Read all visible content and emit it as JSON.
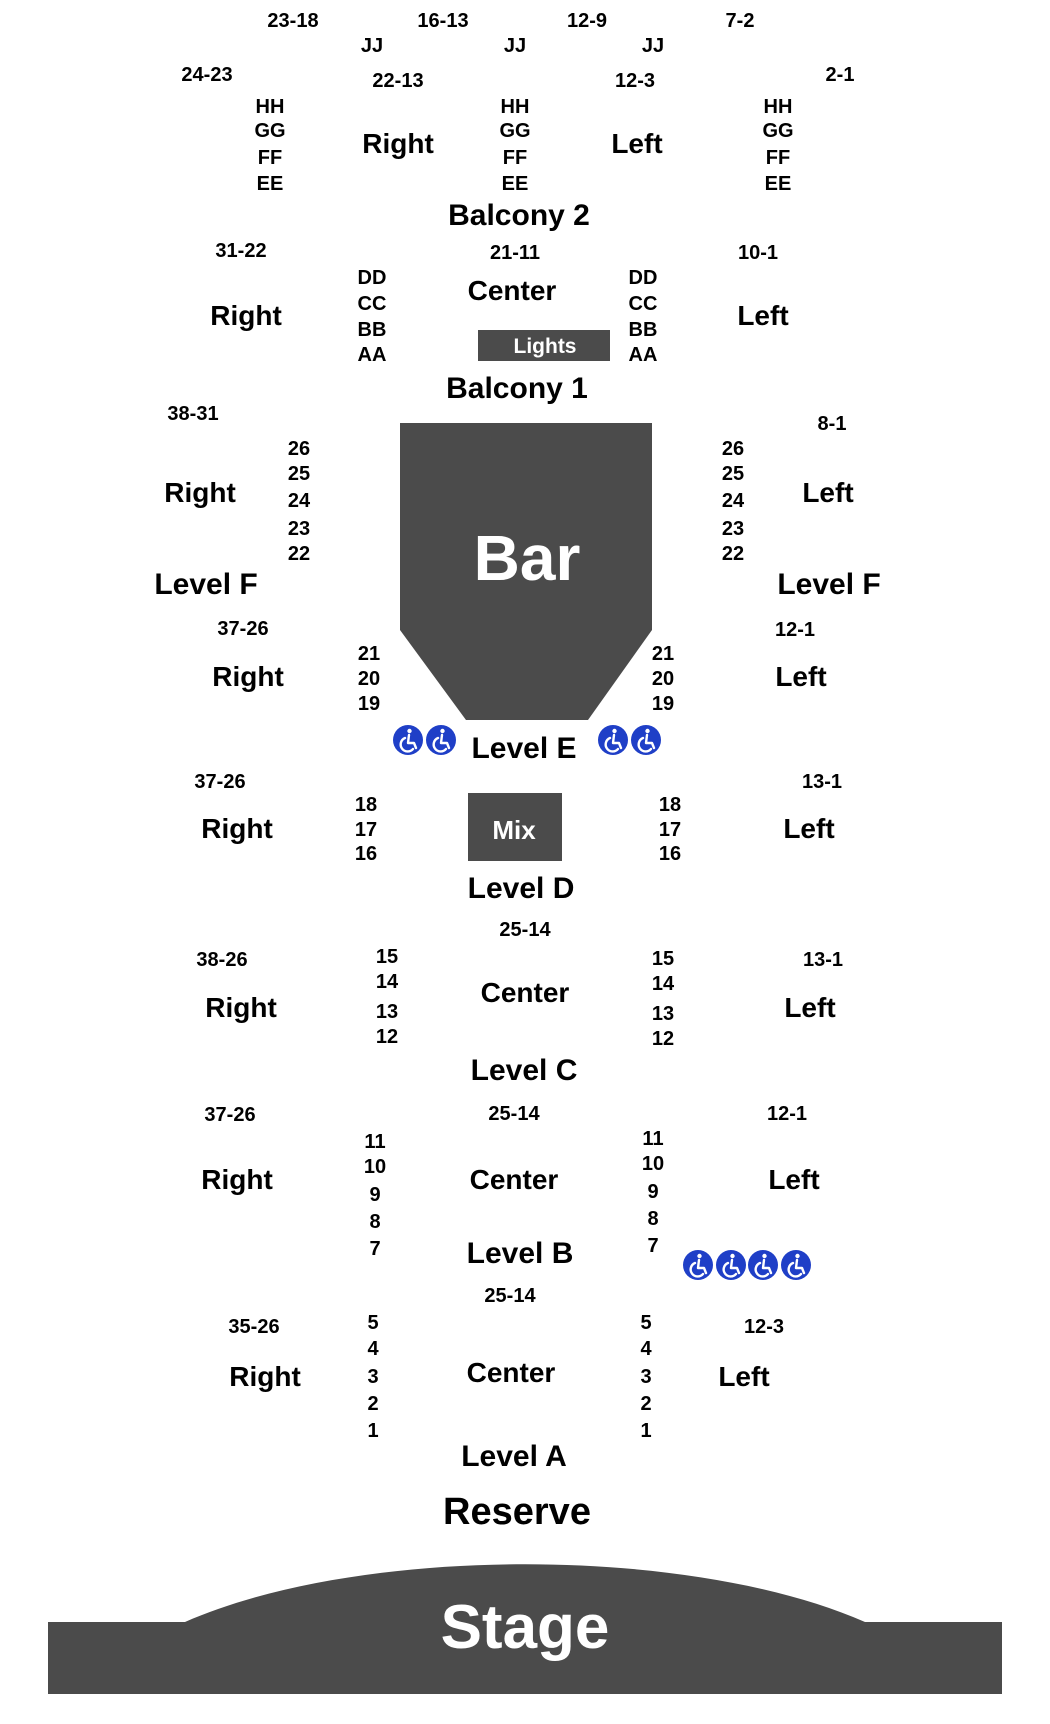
{
  "seats": [
    {
      "text": "23-18"
    },
    {
      "text": "16-13"
    },
    {
      "text": "12-9"
    },
    {
      "text": "7-2"
    },
    {
      "text": "JJ"
    },
    {
      "text": "JJ"
    },
    {
      "text": "JJ"
    },
    {
      "text": "24-23"
    },
    {
      "text": "22-13"
    },
    {
      "text": "12-3"
    },
    {
      "text": "2-1"
    },
    {
      "text": "HH"
    },
    {
      "text": "GG"
    },
    {
      "text": "FF"
    },
    {
      "text": "EE"
    },
    {
      "text": "HH"
    },
    {
      "text": "GG"
    },
    {
      "text": "FF"
    },
    {
      "text": "EE"
    },
    {
      "text": "HH"
    },
    {
      "text": "GG"
    },
    {
      "text": "FF"
    },
    {
      "text": "EE"
    },
    {
      "text": "31-22"
    },
    {
      "text": "21-11"
    },
    {
      "text": "10-1"
    },
    {
      "text": "DD"
    },
    {
      "text": "CC"
    },
    {
      "text": "BB"
    },
    {
      "text": "AA"
    },
    {
      "text": "DD"
    },
    {
      "text": "CC"
    },
    {
      "text": "BB"
    },
    {
      "text": "AA"
    },
    {
      "text": "38-31"
    },
    {
      "text": "8-1"
    },
    {
      "text": "26"
    },
    {
      "text": "25"
    },
    {
      "text": "24"
    },
    {
      "text": "23"
    },
    {
      "text": "22"
    },
    {
      "text": "26"
    },
    {
      "text": "25"
    },
    {
      "text": "24"
    },
    {
      "text": "23"
    },
    {
      "text": "22"
    },
    {
      "text": "37-26"
    },
    {
      "text": "12-1"
    },
    {
      "text": "21"
    },
    {
      "text": "20"
    },
    {
      "text": "19"
    },
    {
      "text": "21"
    },
    {
      "text": "20"
    },
    {
      "text": "19"
    },
    {
      "text": "37-26"
    },
    {
      "text": "13-1"
    },
    {
      "text": "18"
    },
    {
      "text": "17"
    },
    {
      "text": "16"
    },
    {
      "text": "18"
    },
    {
      "text": "17"
    },
    {
      "text": "16"
    },
    {
      "text": "25-14"
    },
    {
      "text": "38-26"
    },
    {
      "text": "13-1"
    },
    {
      "text": "15"
    },
    {
      "text": "14"
    },
    {
      "text": "13"
    },
    {
      "text": "12"
    },
    {
      "text": "15"
    },
    {
      "text": "14"
    },
    {
      "text": "13"
    },
    {
      "text": "12"
    },
    {
      "text": "37-26"
    },
    {
      "text": "25-14"
    },
    {
      "text": "12-1"
    },
    {
      "text": "11"
    },
    {
      "text": "10"
    },
    {
      "text": "9"
    },
    {
      "text": "8"
    },
    {
      "text": "7"
    },
    {
      "text": "11"
    },
    {
      "text": "10"
    },
    {
      "text": "9"
    },
    {
      "text": "8"
    },
    {
      "text": "7"
    },
    {
      "text": "25-14"
    },
    {
      "text": "35-26"
    },
    {
      "text": "12-3"
    },
    {
      "text": "5"
    },
    {
      "text": "4"
    },
    {
      "text": "3"
    },
    {
      "text": "2"
    },
    {
      "text": "1"
    },
    {
      "text": "5"
    },
    {
      "text": "4"
    },
    {
      "text": "3"
    },
    {
      "text": "2"
    },
    {
      "text": "1"
    }
  ],
  "sections": [
    {
      "text": "Right"
    },
    {
      "text": "Left"
    },
    {
      "text": "Center"
    },
    {
      "text": "Right"
    },
    {
      "text": "Left"
    },
    {
      "text": "Right"
    },
    {
      "text": "Left"
    },
    {
      "text": "Right"
    },
    {
      "text": "Left"
    },
    {
      "text": "Right"
    },
    {
      "text": "Left"
    },
    {
      "text": "Center"
    },
    {
      "text": "Right"
    },
    {
      "text": "Left"
    },
    {
      "text": "Center"
    },
    {
      "text": "Right"
    },
    {
      "text": "Left"
    },
    {
      "text": "Center"
    },
    {
      "text": "Right"
    },
    {
      "text": "Left"
    }
  ],
  "levels": [
    {
      "text": "Balcony 2"
    },
    {
      "text": "Balcony 1"
    },
    {
      "text": "Level F"
    },
    {
      "text": "Level F"
    },
    {
      "text": "Level E"
    },
    {
      "text": "Level D"
    },
    {
      "text": "Level C"
    },
    {
      "text": "Level B"
    },
    {
      "text": "Level A"
    },
    {
      "text": "Reserve"
    }
  ],
  "blocks": {
    "lights": "Lights",
    "bar": "Bar",
    "mix": "Mix",
    "stage": "Stage"
  },
  "colors": {
    "block_fill": "#4b4b4b",
    "accessible_blue": "#1f3fc7",
    "text": "#000000",
    "background": "#ffffff"
  },
  "icons": {
    "accessible_seating": "wheelchair-icon"
  }
}
